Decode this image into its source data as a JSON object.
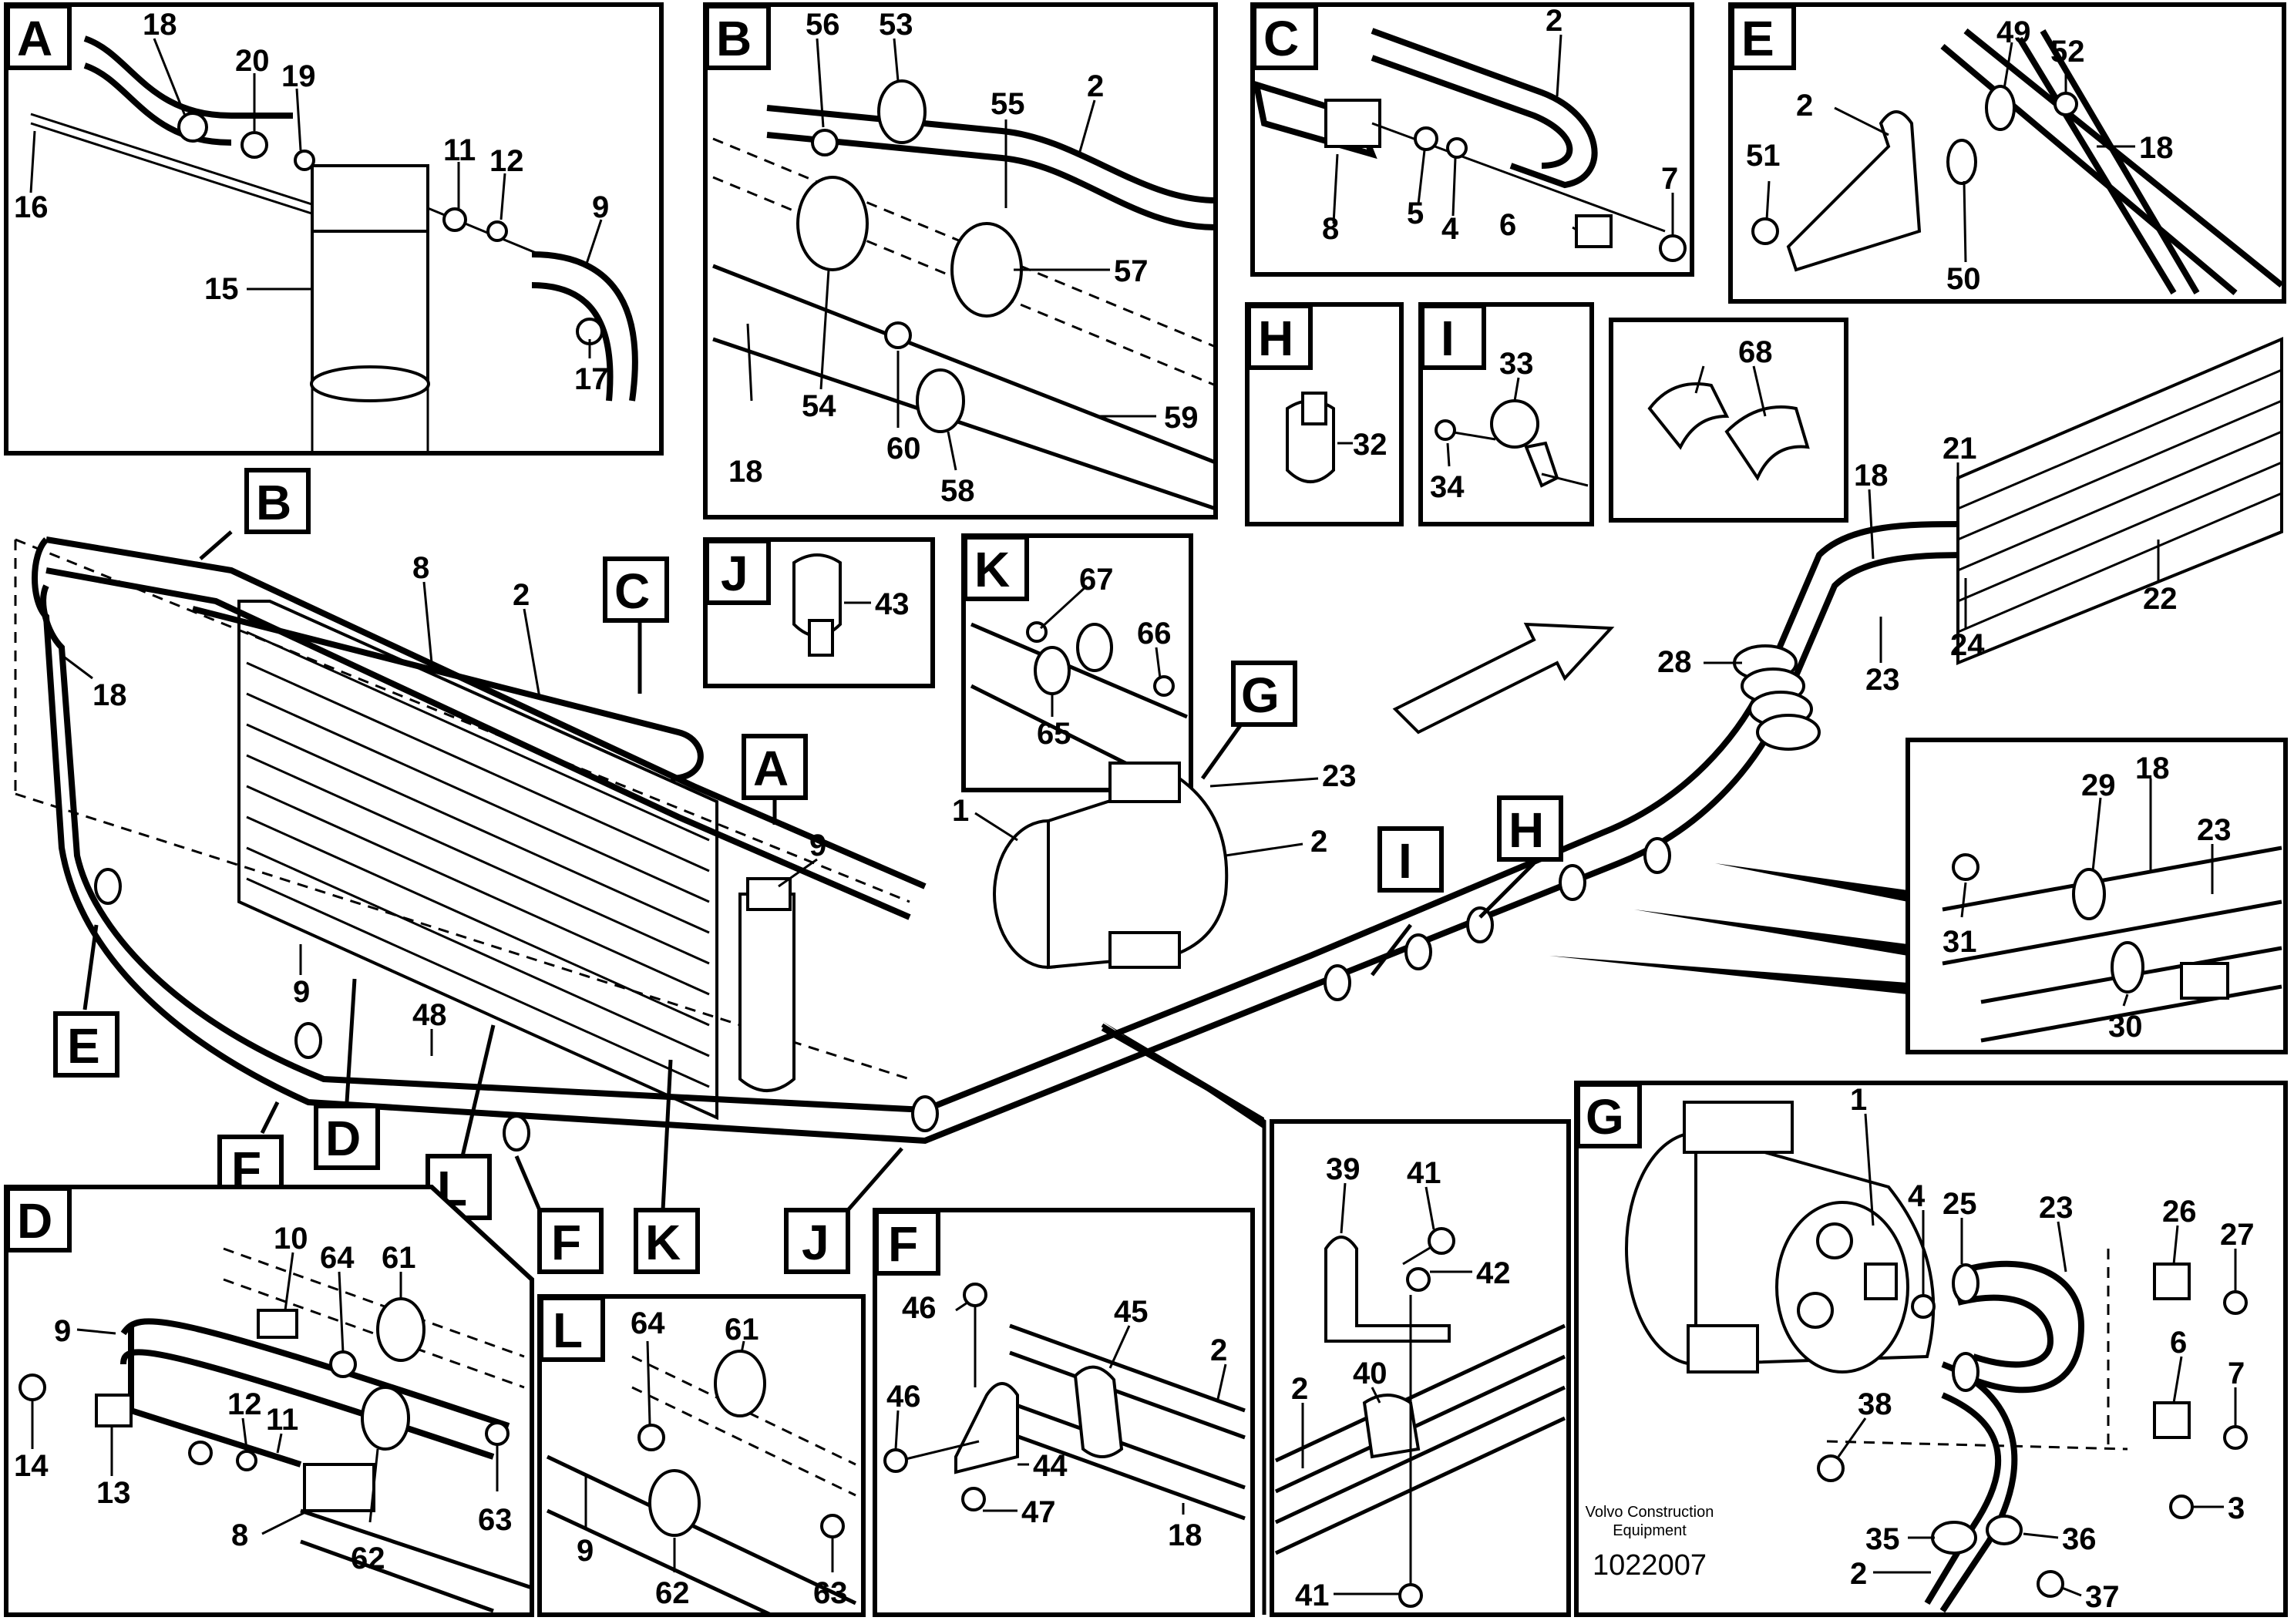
{
  "panels": {
    "A": {
      "letter": "A",
      "labels": [
        "18",
        "20",
        "19",
        "16",
        "15",
        "11",
        "12",
        "9",
        "17"
      ]
    },
    "B": {
      "letter": "B",
      "labels": [
        "56",
        "53",
        "55",
        "2",
        "57",
        "18",
        "54",
        "60",
        "58",
        "59"
      ]
    },
    "C": {
      "letter": "C",
      "labels": [
        "2",
        "8",
        "5",
        "4",
        "6",
        "7"
      ]
    },
    "E": {
      "letter": "E",
      "labels": [
        "49",
        "52",
        "2",
        "18",
        "51",
        "50"
      ]
    },
    "H": {
      "letter": "H",
      "labels": [
        "32"
      ]
    },
    "I": {
      "letter": "I",
      "labels": [
        "33",
        "34"
      ]
    },
    "clamp68": {
      "labels": [
        "68"
      ]
    },
    "J": {
      "letter": "J",
      "labels": [
        "43"
      ]
    },
    "K": {
      "letter": "K",
      "labels": [
        "67",
        "66",
        "65"
      ]
    },
    "D": {
      "letter": "D",
      "labels": [
        "10",
        "64",
        "61",
        "9",
        "12",
        "11",
        "14",
        "13",
        "8",
        "62",
        "63"
      ]
    },
    "L": {
      "letter": "L",
      "labels": [
        "64",
        "61",
        "9",
        "62",
        "63"
      ]
    },
    "F": {
      "letter": "F",
      "labels": [
        "46",
        "45",
        "2",
        "46",
        "44",
        "47",
        "18"
      ]
    },
    "bracket": {
      "labels": [
        "39",
        "41",
        "42",
        "2",
        "40",
        "41"
      ]
    },
    "G": {
      "letter": "G",
      "labels": [
        "1",
        "4",
        "25",
        "23",
        "26",
        "27",
        "6",
        "7",
        "38",
        "35",
        "36",
        "3",
        "2",
        "37"
      ]
    },
    "inset": {
      "labels": [
        "29",
        "18",
        "23",
        "31",
        "30"
      ]
    }
  },
  "main": {
    "callouts": [
      "B",
      "C",
      "A",
      "E",
      "F",
      "D",
      "L",
      "F",
      "K",
      "J",
      "G",
      "I",
      "H"
    ],
    "labels": [
      "8",
      "2",
      "18",
      "9",
      "9",
      "48",
      "1",
      "23",
      "2",
      "21",
      "18",
      "28",
      "23",
      "24",
      "22"
    ]
  },
  "footer": {
    "line1": "Volvo Construction",
    "line2": "Equipment",
    "code": "1022007"
  }
}
